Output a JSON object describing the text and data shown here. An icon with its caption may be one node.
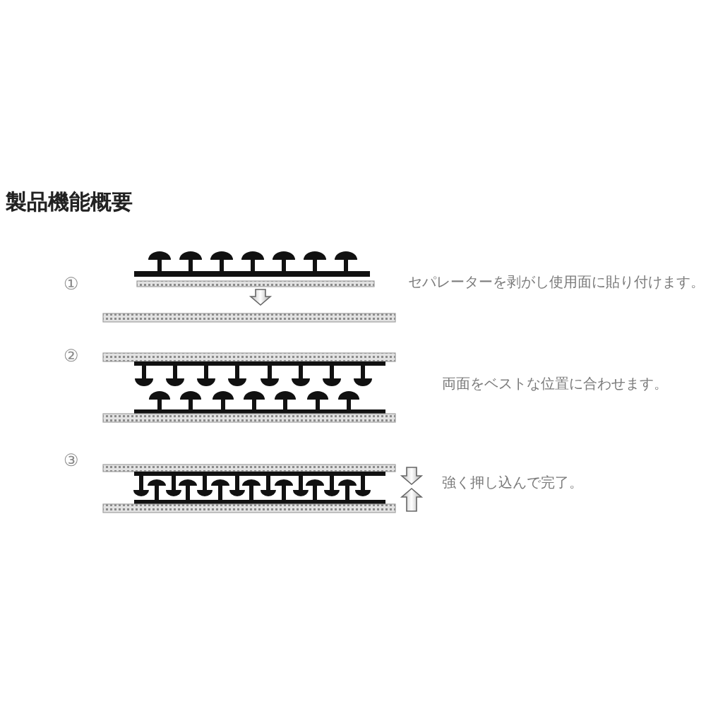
{
  "diagram": {
    "title": "製品機能概要",
    "labels": [
      "①",
      "セパレーターを剥がし使用面に貼り付けます。",
      "②",
      "両面をベストな位置に合わせます。",
      "③",
      "強く押し込んで完了。"
    ]
  }
}
